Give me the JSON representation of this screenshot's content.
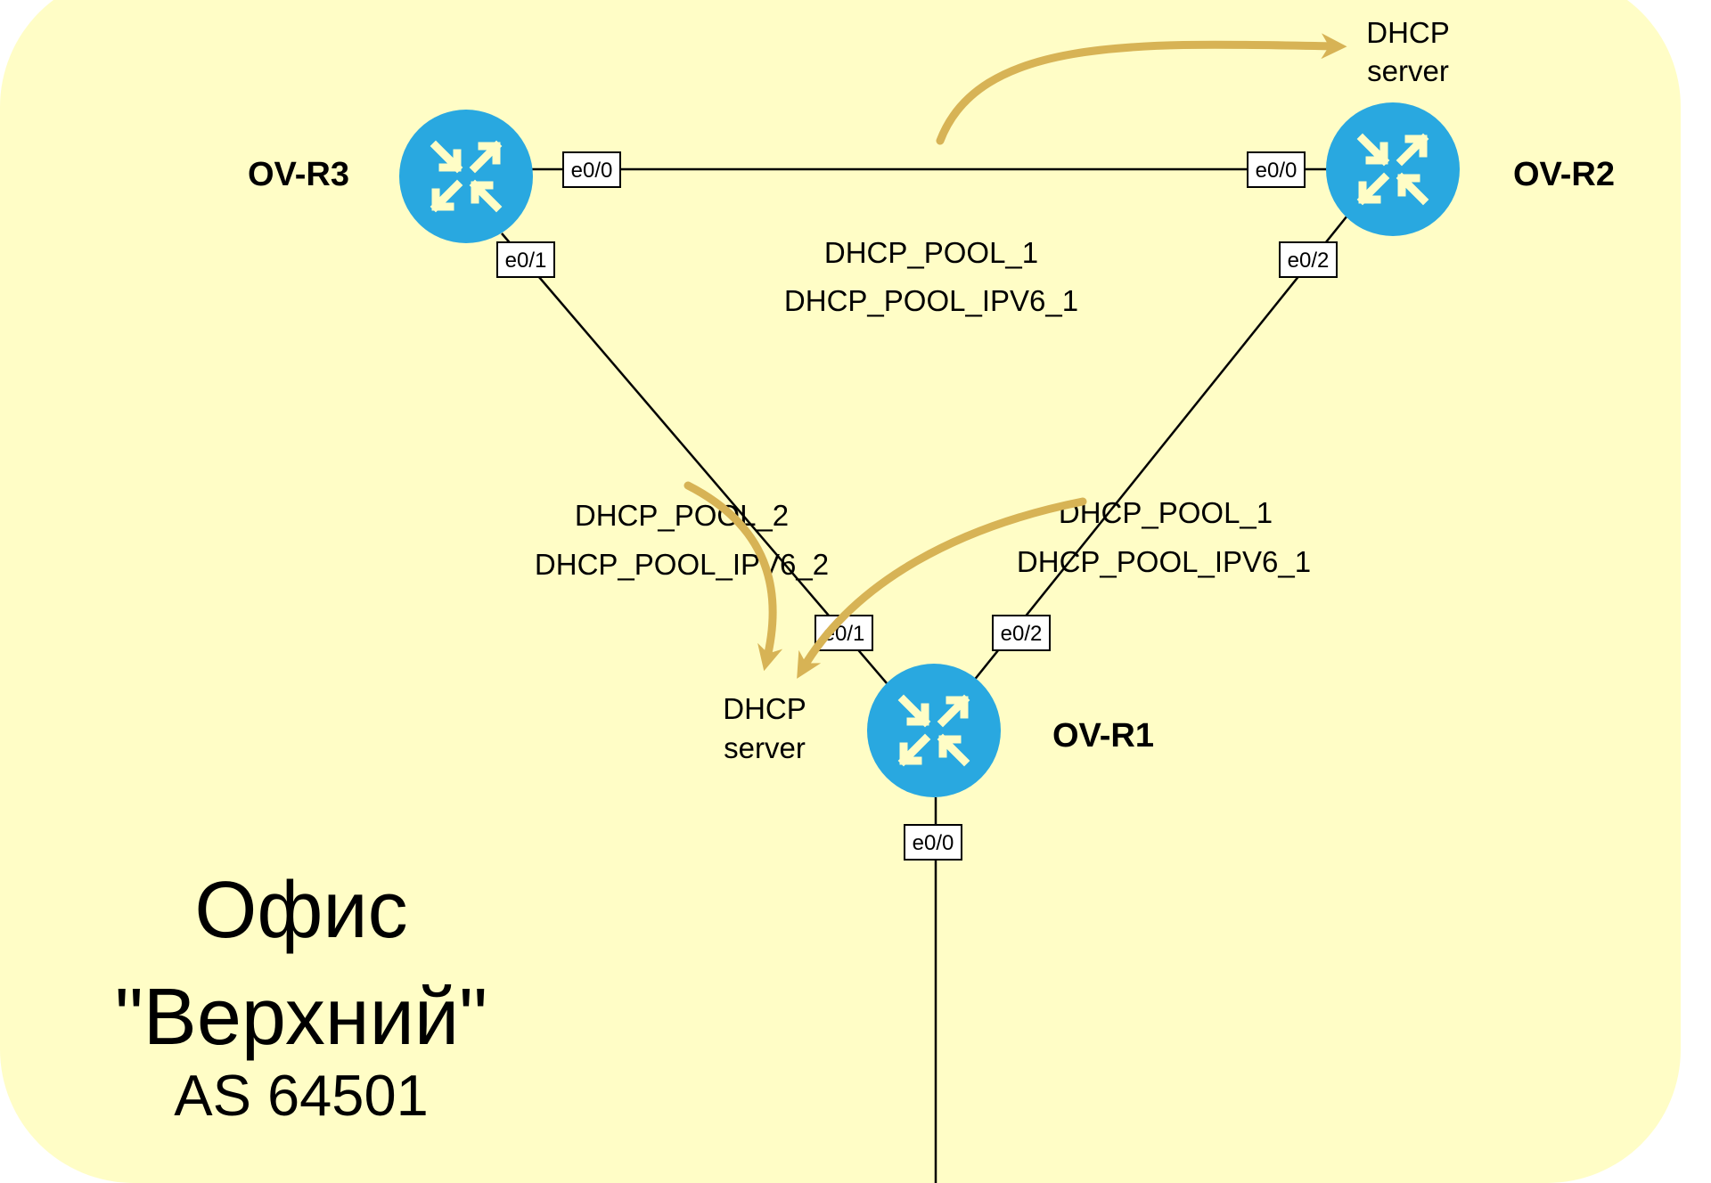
{
  "colors": {
    "zone_fill": "#fffdc6",
    "router_fill": "#29a8e0",
    "router_arrows": "#fffdc6",
    "flow_arrow": "#d7b355",
    "link": "#000000"
  },
  "routers": {
    "r3": {
      "name": "OV-R3",
      "icon": "router-icon"
    },
    "r2": {
      "name": "OV-R2",
      "icon": "router-icon"
    },
    "r1": {
      "name": "OV-R1",
      "icon": "router-icon"
    }
  },
  "ports": {
    "r3_e00": "e0/0",
    "r2_e00": "e0/0",
    "r3_e01": "e0/1",
    "r2_e02": "e0/2",
    "r1_e01": "e0/1",
    "r1_e02": "e0/2",
    "r1_e00": "e0/0"
  },
  "links": {
    "r3_r2": {
      "pool": "DHCP_POOL_1",
      "pool_ipv6": "DHCP_POOL_IPV6_1"
    },
    "r3_r1": {
      "pool": "DHCP_POOL_2",
      "pool_ipv6": "DHCP_POOL_IPV6_2"
    },
    "r2_r1": {
      "pool": "DHCP_POOL_1",
      "pool_ipv6": "DHCP_POOL_IPV6_1"
    }
  },
  "dhcp_servers": {
    "top": {
      "line1": "DHCP",
      "line2": "server"
    },
    "bottom": {
      "line1": "DHCP",
      "line2": "server"
    }
  },
  "office": {
    "line1": "Офис",
    "line2": "\"Верхний\"",
    "as": "AS 64501"
  }
}
